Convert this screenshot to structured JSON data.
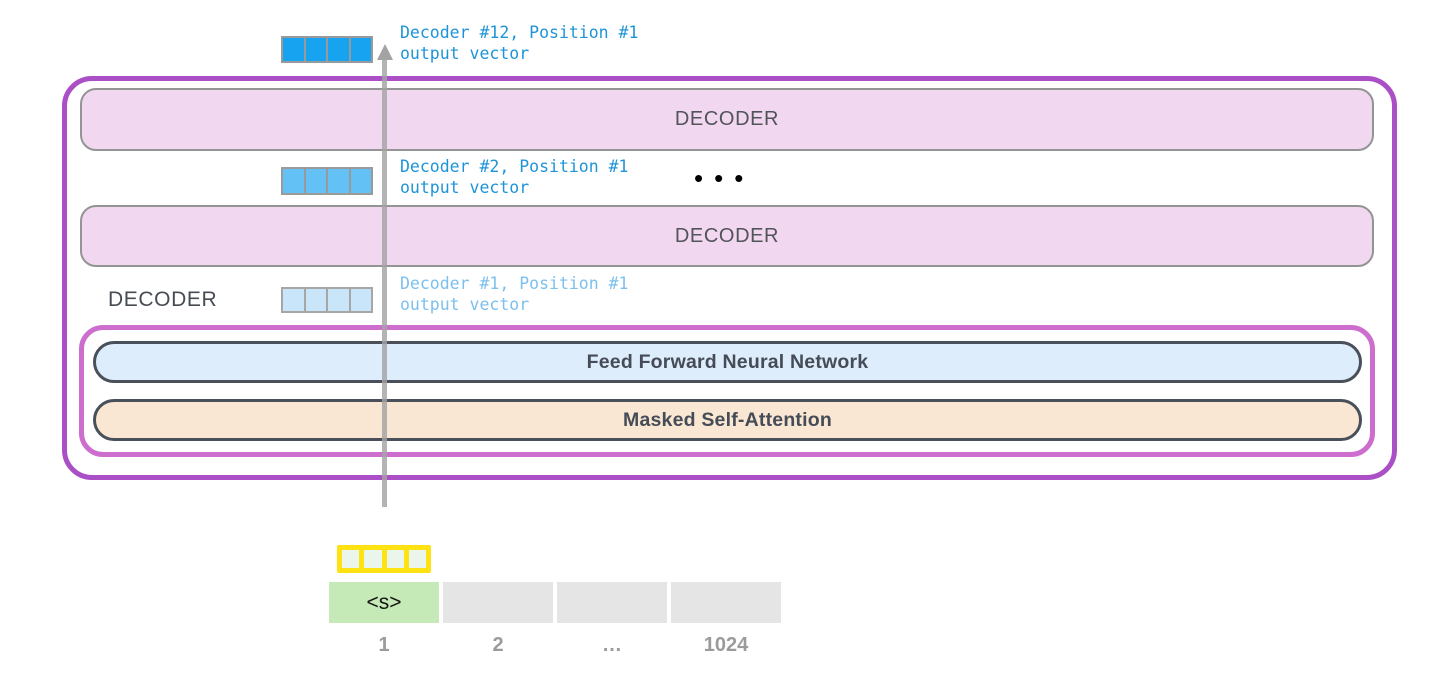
{
  "diagram_title": "decoder-stack-output",
  "outputs": {
    "decoder12": {
      "line1": "Decoder #12, Position #1",
      "line2": "output vector"
    },
    "decoder2": {
      "line1": "Decoder #2, Position #1",
      "line2": "output vector"
    },
    "decoder1": {
      "line1": "Decoder #1, Position #1",
      "line2": "output vector"
    }
  },
  "stack": {
    "decoder_bar_top_label": "DECODER",
    "decoder_bar_mid_label": "DECODER",
    "side_decoder_label": "DECODER",
    "ellipsis": "•••",
    "ffnn_label": "Feed Forward Neural Network",
    "masked_attention_label": "Masked Self-Attention"
  },
  "input": {
    "start_token": "<s>",
    "positions": [
      "1",
      "2",
      "…",
      "1024"
    ]
  },
  "icons": {
    "up_arrow": "up-arrow",
    "output_vector": "4-cell-vector",
    "embedding_vector": "4-cell-yellow-vector"
  },
  "palette": {
    "outer_border": "#AA4FC6",
    "inner_border": "#CD6DCD",
    "decoder_fill": "#F2D7F1",
    "decoder_border": "#949494",
    "ffnn_fill": "#DEEDFB",
    "attention_fill": "#FAE7D3",
    "pill_border": "#49505A",
    "vector_blue_bright": "#17A3EF",
    "vector_blue_mid": "#63C1F5",
    "vector_blue_pale": "#C9E5F9",
    "label_blue": "#1E94D8",
    "label_blue_faded": "#7CC0ED",
    "arrow_gray": "#A3A3A3",
    "embedding_yellow": "#FFE212",
    "token_green": "#C5E9B7",
    "token_gray": "#E5E5E5",
    "position_label_gray": "#9B9B9B"
  }
}
